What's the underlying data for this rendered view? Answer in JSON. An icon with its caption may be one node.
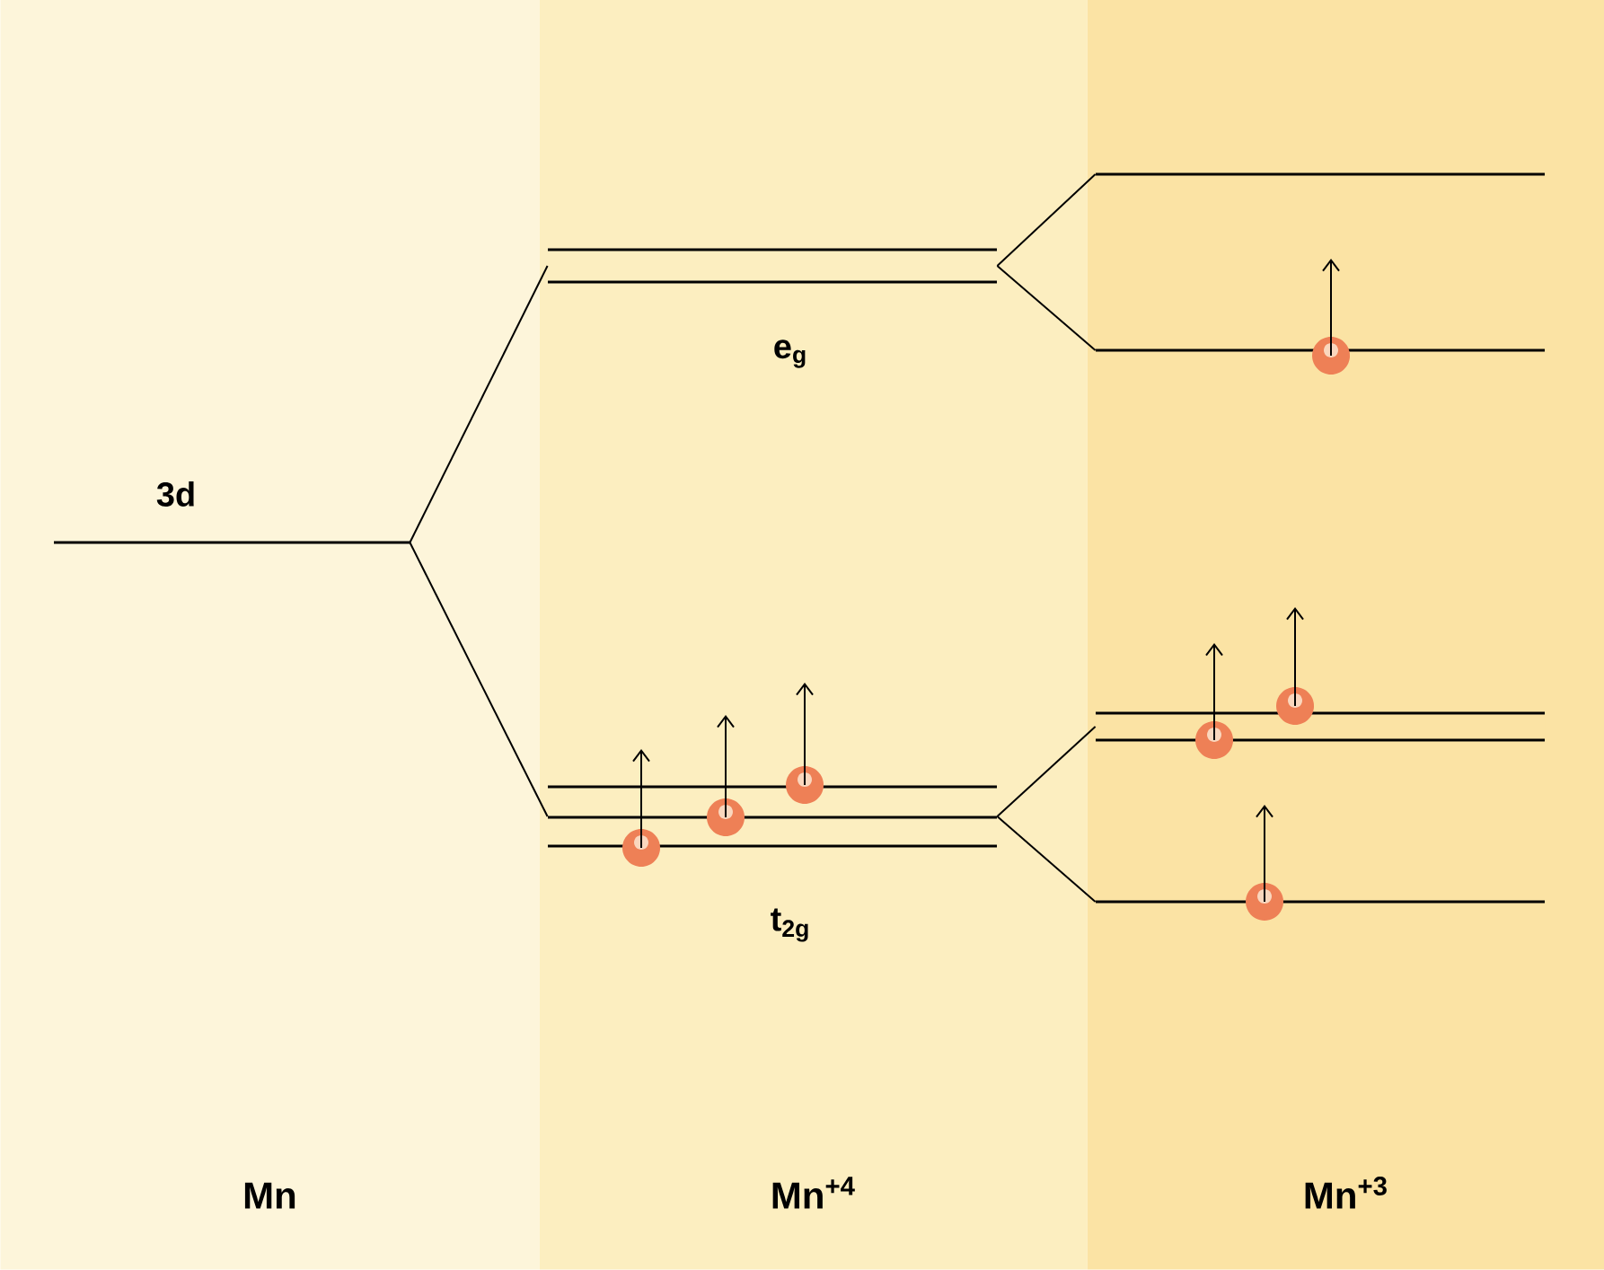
{
  "diagram": {
    "nodes": [
      {
        "text": [
          "Mn"
        ]
      },
      {
        "text": [
          "Mn$^{+4}$"
        ]
      },
      {
        "text": [
          "Mn$^{+3}$"
        ]
      },
      {
        "text": [
          "3d"
        ],
        "in": 0
      },
      {
        "text": [
          "e$_{g}$"
        ],
        "in": 1
      },
      {
        "text": [
          "t$_{2g}$"
        ],
        "in": 1
      },
      {
        "text": [],
        "shape": "bar",
        "in": 2
      },
      {
        "text": [],
        "shape": "bar",
        "in": 2
      },
      {
        "text": [],
        "shape": "bar",
        "in": 2
      },
      {
        "text": [],
        "shape": "bar",
        "in": 2
      }
    ],
    "edges": [
      {
        "from": 3,
        "to": 4,
        "arrow": "none"
      },
      {
        "from": 3,
        "to": 5,
        "arrow": "none"
      },
      {
        "from": 4,
        "to": 6,
        "arrow": "none"
      },
      {
        "from": 4,
        "to": 7,
        "arrow": "none"
      },
      {
        "from": 5,
        "to": 8,
        "arrow": "none"
      },
      {
        "from": 5,
        "to": 9,
        "arrow": "none"
      }
    ]
  }
}
